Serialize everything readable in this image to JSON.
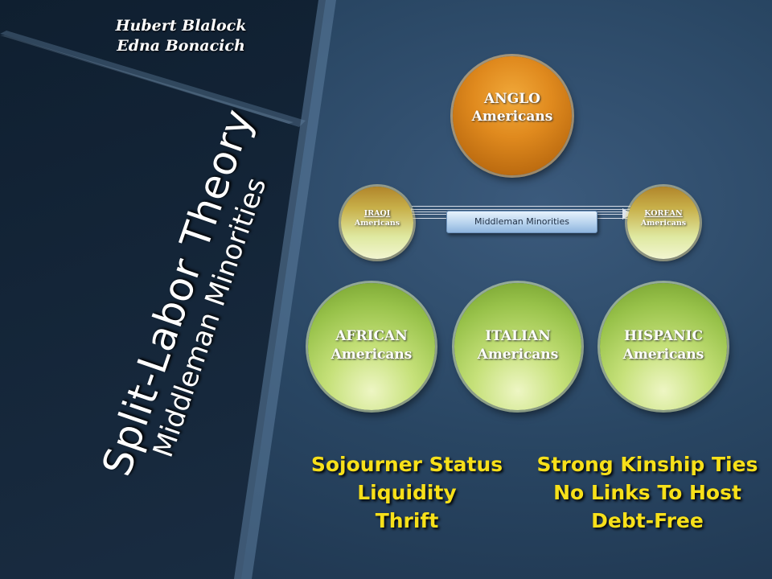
{
  "authors": [
    "Hubert Blalock",
    "Edna Bonacich"
  ],
  "title": {
    "main": "Split-Labor Theory",
    "subtitle": "Middleman Minorities"
  },
  "groups": {
    "anglo": {
      "line1": "ANGLO",
      "line2": "Americans"
    },
    "iraqi": {
      "line1": "IRAQI",
      "line2": "Americans"
    },
    "korean": {
      "line1": "KOREAN",
      "line2": "Americans"
    },
    "african": {
      "line1": "AFRICAN",
      "line2": "Americans"
    },
    "italian": {
      "line1": "ITALIAN",
      "line2": "Americans"
    },
    "hispanic": {
      "line1": "HISPANIC",
      "line2": "Americans"
    }
  },
  "middleman_label": "Middleman Minorities",
  "traits_left": [
    "Sojourner Status",
    "Liquidity",
    "Thrift"
  ],
  "traits_right": [
    "Strong Kinship Ties",
    "No Links To Host",
    "Debt-Free"
  ],
  "colors": {
    "trait_text": "#f7e01a",
    "top_circle": "#e08a1e",
    "bottom_circles": "#c6e17a",
    "background": "#294663"
  }
}
